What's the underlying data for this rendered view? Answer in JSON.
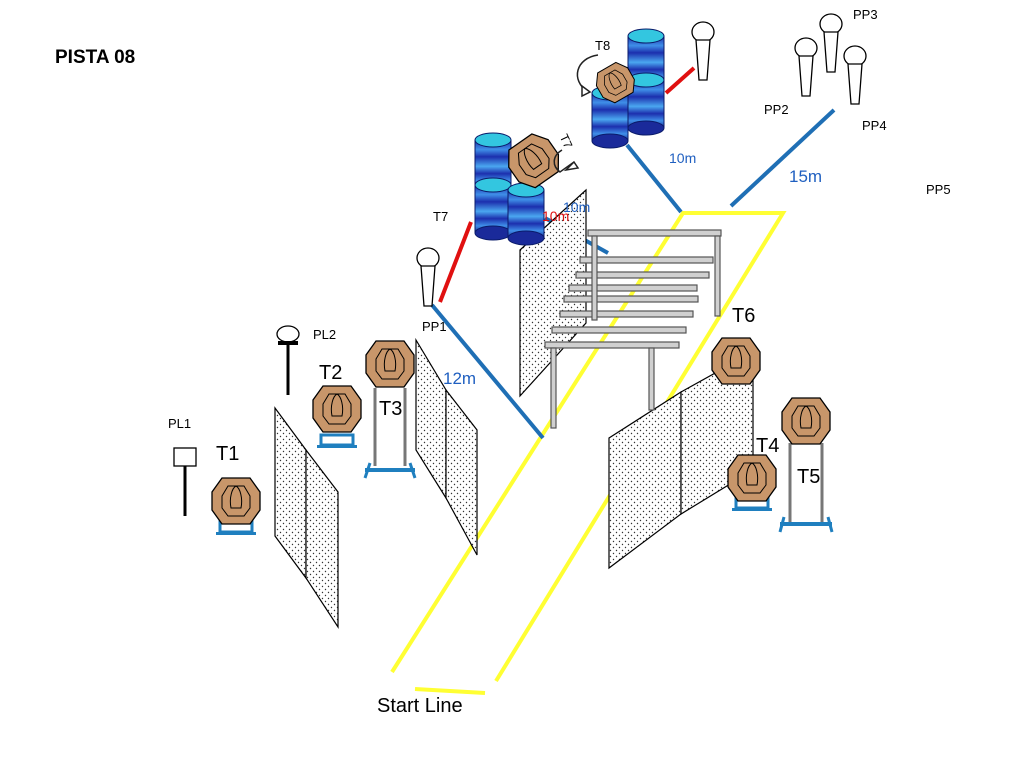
{
  "title": "PISTA 08",
  "start_line_label": "Start Line",
  "distances": {
    "d_10m_top": "10m",
    "d_15m": "15m",
    "d_10m_mid_blue": "10m",
    "d_10m_mid_red": "10m",
    "d_12m": "12m"
  },
  "targets": {
    "t1": "T1",
    "t2": "T2",
    "t3": "T3",
    "t4": "T4",
    "t5": "T5",
    "t6": "T6",
    "t7": "T7",
    "t7_rot": "T7",
    "t8": "T8"
  },
  "poppers": {
    "pp1": "PP1",
    "pp2": "PP2",
    "pp3": "PP3",
    "pp4": "PP4",
    "pp5": "PP5"
  },
  "plates": {
    "pl1": "PL1",
    "pl2": "PL2"
  },
  "colors": {
    "fault_line": "#ffff33",
    "distance_line": "#1f6fb5",
    "swing_line": "#e01010",
    "target_fill": "#c8966a",
    "barrel_top": "#33c6e0",
    "barrel_body": "#2a48c8",
    "distance_text": "#1f5fc0"
  },
  "icons": [
    "cardboard-target",
    "steel-popper",
    "steel-plate",
    "barrel",
    "rotation-arrow",
    "wall",
    "table"
  ]
}
